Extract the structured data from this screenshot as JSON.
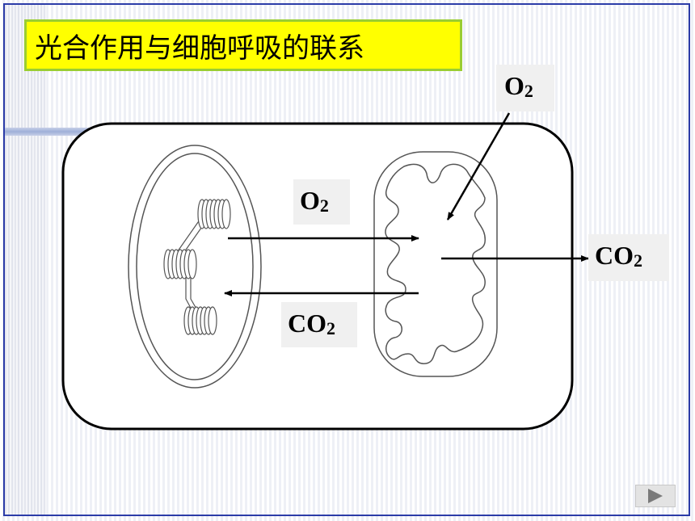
{
  "slide": {
    "title": "光合作用与细胞呼吸的联系"
  },
  "labels": {
    "o2_top": {
      "main": "O",
      "sub": "2"
    },
    "o2_mid": {
      "main": "O",
      "sub": "2"
    },
    "co2_mid": {
      "main": "CO",
      "sub": "2"
    },
    "co2_right": {
      "main": "CO",
      "sub": "2"
    }
  },
  "colors": {
    "frame": "#2c3ca8",
    "title_bg": "#ffff00",
    "title_border": "#9acd32"
  },
  "icons": {
    "next": "play-triangle-icon"
  }
}
